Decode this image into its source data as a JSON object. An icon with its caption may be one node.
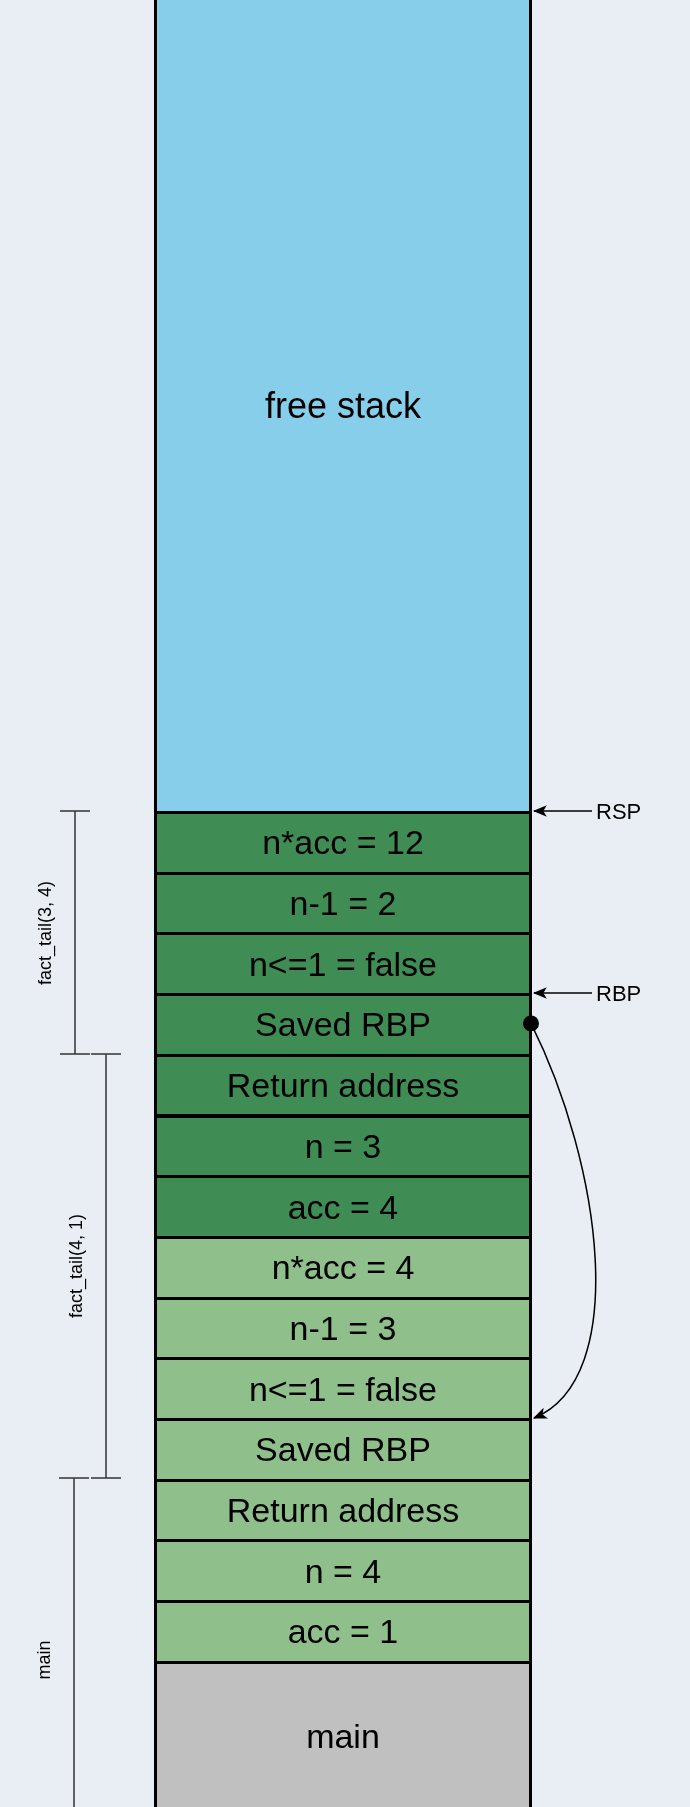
{
  "diagram": {
    "nodes": [
      {
        "text": [
          "free stack"
        ]
      },
      {
        "text": [
          "n*acc = 12"
        ]
      },
      {
        "text": [
          "n-1 = 2"
        ]
      },
      {
        "text": [
          "n<=1 = false"
        ]
      },
      {
        "text": [
          "Saved RBP"
        ]
      },
      {
        "text": [
          "Return address"
        ]
      },
      {
        "text": [
          "n = 3"
        ]
      },
      {
        "text": [
          "acc = 4"
        ]
      },
      {
        "text": [
          "n*acc = 4"
        ]
      },
      {
        "text": [
          "n-1 = 3"
        ]
      },
      {
        "text": [
          "n<=1 = false"
        ]
      },
      {
        "text": [
          "Saved RBP"
        ]
      },
      {
        "text": [
          "Return address"
        ]
      },
      {
        "text": [
          "n = 4"
        ]
      },
      {
        "text": [
          "acc = 1"
        ]
      },
      {
        "text": [
          "main"
        ]
      },
      {
        "text": [
          "RSP"
        ]
      },
      {
        "text": [
          "RBP"
        ]
      }
    ],
    "edges": [
      {
        "from": 16,
        "to": 1,
        "arrow": "to"
      },
      {
        "from": 17,
        "to": 4,
        "arrow": "to"
      },
      {
        "from": 4,
        "to": 11,
        "arrow": "to"
      }
    ],
    "labels": [
      "fact_tail(3, 4)",
      "fact_tail(4, 1)",
      "main"
    ]
  }
}
